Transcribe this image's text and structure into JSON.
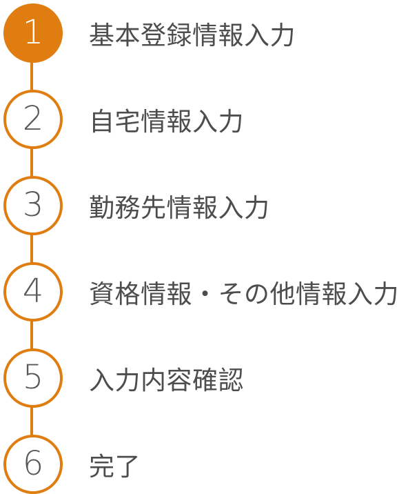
{
  "steps": [
    {
      "number": "1",
      "label": "基本登録情報入力",
      "state": "current"
    },
    {
      "number": "2",
      "label": "自宅情報入力",
      "state": "upcoming"
    },
    {
      "number": "3",
      "label": "勤務先情報入力",
      "state": "upcoming"
    },
    {
      "number": "4",
      "label": "資格情報・その他情報入力",
      "state": "upcoming"
    },
    {
      "number": "5",
      "label": "入力内容確認",
      "state": "upcoming"
    },
    {
      "number": "6",
      "label": "完了",
      "state": "upcoming"
    }
  ],
  "colors": {
    "accent": "#e07d10",
    "text": "#4d4d4d",
    "number": "#595959",
    "active_number": "#ffffff"
  }
}
